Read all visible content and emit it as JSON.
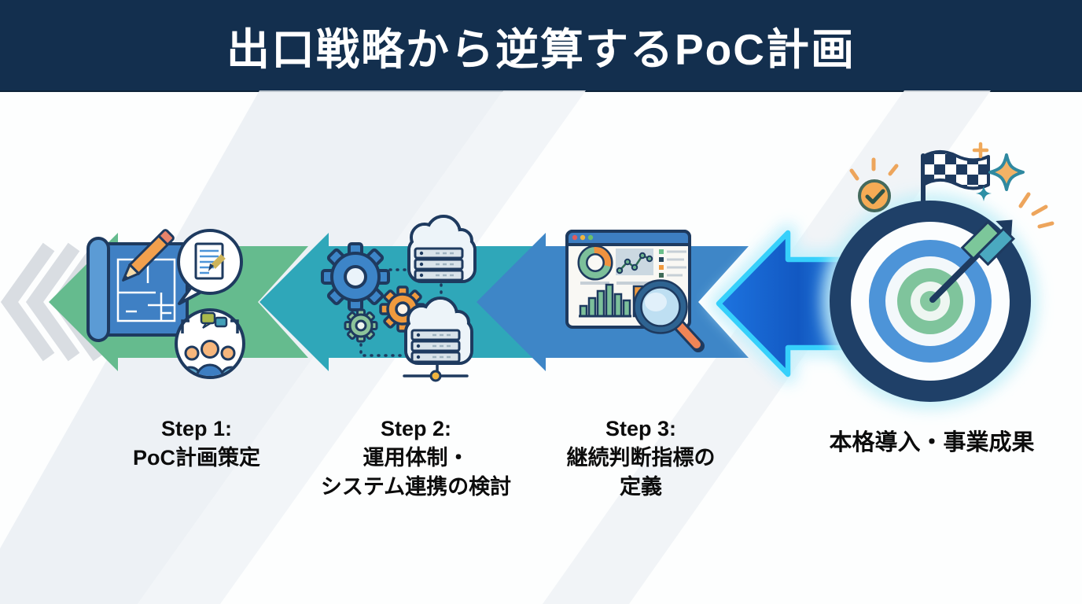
{
  "header": {
    "title": "出口戦略から逆算するPoC計画"
  },
  "flow": {
    "direction": "right-to-left",
    "steps": [
      {
        "id": "step-1",
        "lines": [
          "Step 1:",
          "PoC計画策定"
        ],
        "arrow_color": "#65bb8e",
        "icons": [
          "blueprint-icon",
          "pencil-icon",
          "document-speech-bubble-icon",
          "team-discussion-icon"
        ]
      },
      {
        "id": "step-2",
        "lines": [
          "Step 2:",
          "運用体制・",
          "システム連携の検討"
        ],
        "arrow_color": "#2fa7b9",
        "icons": [
          "gears-icon",
          "cloud-server-icon",
          "network-link-icon"
        ]
      },
      {
        "id": "step-3",
        "lines": [
          "Step 3:",
          "継続判断指標の",
          "定義"
        ],
        "arrow_color": "#3e86c7",
        "icons": [
          "dashboard-window-icon",
          "donut-chart-icon",
          "line-chart-icon",
          "bar-chart-icon",
          "magnifier-icon"
        ]
      }
    ],
    "goal": {
      "label": "本格導入・事業成果",
      "arrow_color": "#1565d0",
      "arrow_glow": "#36d0fb",
      "icons": [
        "target-icon",
        "dart-icon",
        "checkered-flag-icon",
        "check-badge-icon",
        "sparkle-icons"
      ]
    }
  },
  "colors": {
    "header_bg": "#132f4e",
    "title_text": "#ffffff",
    "label_text": "#0c0c0c",
    "background": "#fdfefe",
    "background_band": "#e9eef3",
    "chevron_gray": "#d9dde2",
    "navy_outline": "#1e3a5f",
    "accent_orange": "#f09a3e",
    "accent_green": "#7cc79a",
    "accent_teal": "#4aa9c0"
  }
}
